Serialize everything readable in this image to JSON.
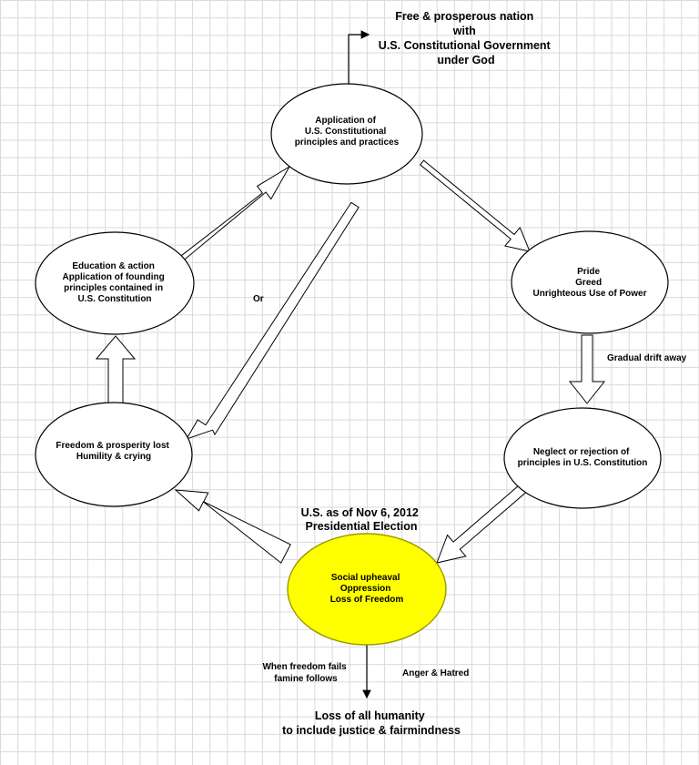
{
  "nodes": {
    "top": [
      "Application of",
      "U.S. Constitutional",
      "principles and practices"
    ],
    "right": [
      "Pride",
      "Greed",
      "Unrighteous Use of Power"
    ],
    "bottom_right": [
      "Neglect or rejection of",
      "principles in U.S. Constitution"
    ],
    "bottom": [
      "Social upheaval",
      "Oppression",
      "Loss of Freedom"
    ],
    "left_bottom": [
      "Freedom & prosperity lost",
      "Humility & crying"
    ],
    "left_top": [
      "Education & action",
      "Application of founding",
      "principles contained in",
      "U.S. Constitution"
    ]
  },
  "labels": {
    "goal": [
      "Free & prosperous nation",
      "with",
      "U.S. Constitutional Government",
      "under God"
    ],
    "drift": "Gradual drift away",
    "or": "Or",
    "election": [
      "U.S. as of Nov 6, 2012",
      "Presidential Election"
    ],
    "famine": [
      "When freedom fails",
      "famine follows"
    ],
    "anger": "Anger & Hatred",
    "loss": [
      "Loss of all humanity",
      "to include justice & fairmindness"
    ]
  },
  "colors": {
    "highlight_fill": "#ffff00",
    "highlight_stroke": "#999900",
    "node_fill": "#ffffff",
    "line": "#000000"
  }
}
